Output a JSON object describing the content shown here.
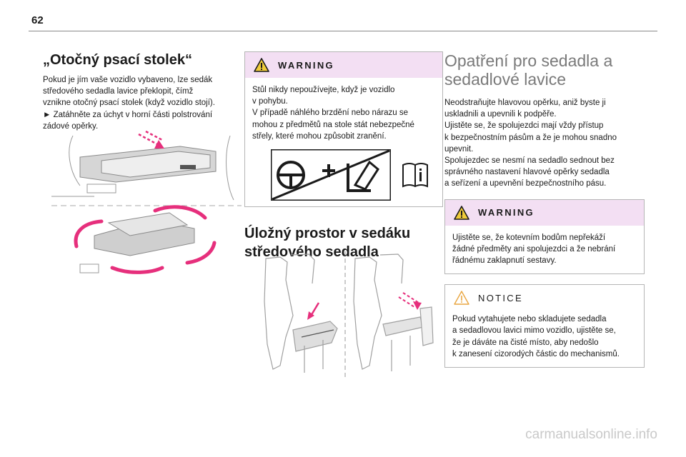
{
  "page": {
    "number": "62",
    "watermark": "carmanualsonline.info"
  },
  "col1": {
    "title": "„Otočný psací stolek“",
    "text": "Pokud je jím vaše vozidlo vybaveno, lze sedák\nstředového sedadla lavice překlopit, čímž\nvznikne otočný psací stolek (když vozidlo stojí).\n► Zatáhněte za úchyt v horní části polstrování\nzádové opěrky."
  },
  "col2": {
    "warning": {
      "label": "WARNING",
      "text": "Stůl nikdy nepoužívejte, když je vozidlo\nv pohybu.\nV případě náhlého brzdění nebo nárazu se\nmohou z předmětů na stole stát nebezpečné\nstřely, které mohou způsobit zranění."
    },
    "storage_title": "Úložný prostor v sedáku středového sedadla"
  },
  "col3": {
    "title": "Opatření pro sedadla a sedadlové lavice",
    "text": "Neodstraňujte hlavovou opěrku, aniž byste ji\nuskladnili a upevnili k podpěře.\nUjistěte se, že spolujezdci mají vždy přístup\nk bezpečnostním pásům a že je mohou snadno\nupevnit.\nSpolujezdec se nesmí na sedadlo sednout bez\nsprávného nastavení hlavové opěrky sedadla\na seřízení a upevnění bezpečnostního pásu.",
    "warning": {
      "label": "WARNING",
      "text": "Ujistěte se, že kotevním bodům nepřekáží\nžádné předměty ani spolujezdci a že nebrání\nřádnému zaklapnutí sestavy."
    },
    "notice": {
      "label": "NOTICE",
      "text": "Pokud vytahujete nebo skladujete sedadla\na sedadlovou lavici mimo vozidlo, ujistěte se,\nže je dáváte na čisté místo, aby nedošlo\nk zanesení cizorodých částic do mechanismů."
    }
  },
  "colors": {
    "warning_header": "#f3dff3",
    "accent_pink": "#e62f7c",
    "warning_triangle": "#e9a640",
    "title_gray": "#7a7a7a"
  },
  "icons": [
    "warning-triangle-icon",
    "airbag-steering-icon",
    "manual-book-icon"
  ]
}
